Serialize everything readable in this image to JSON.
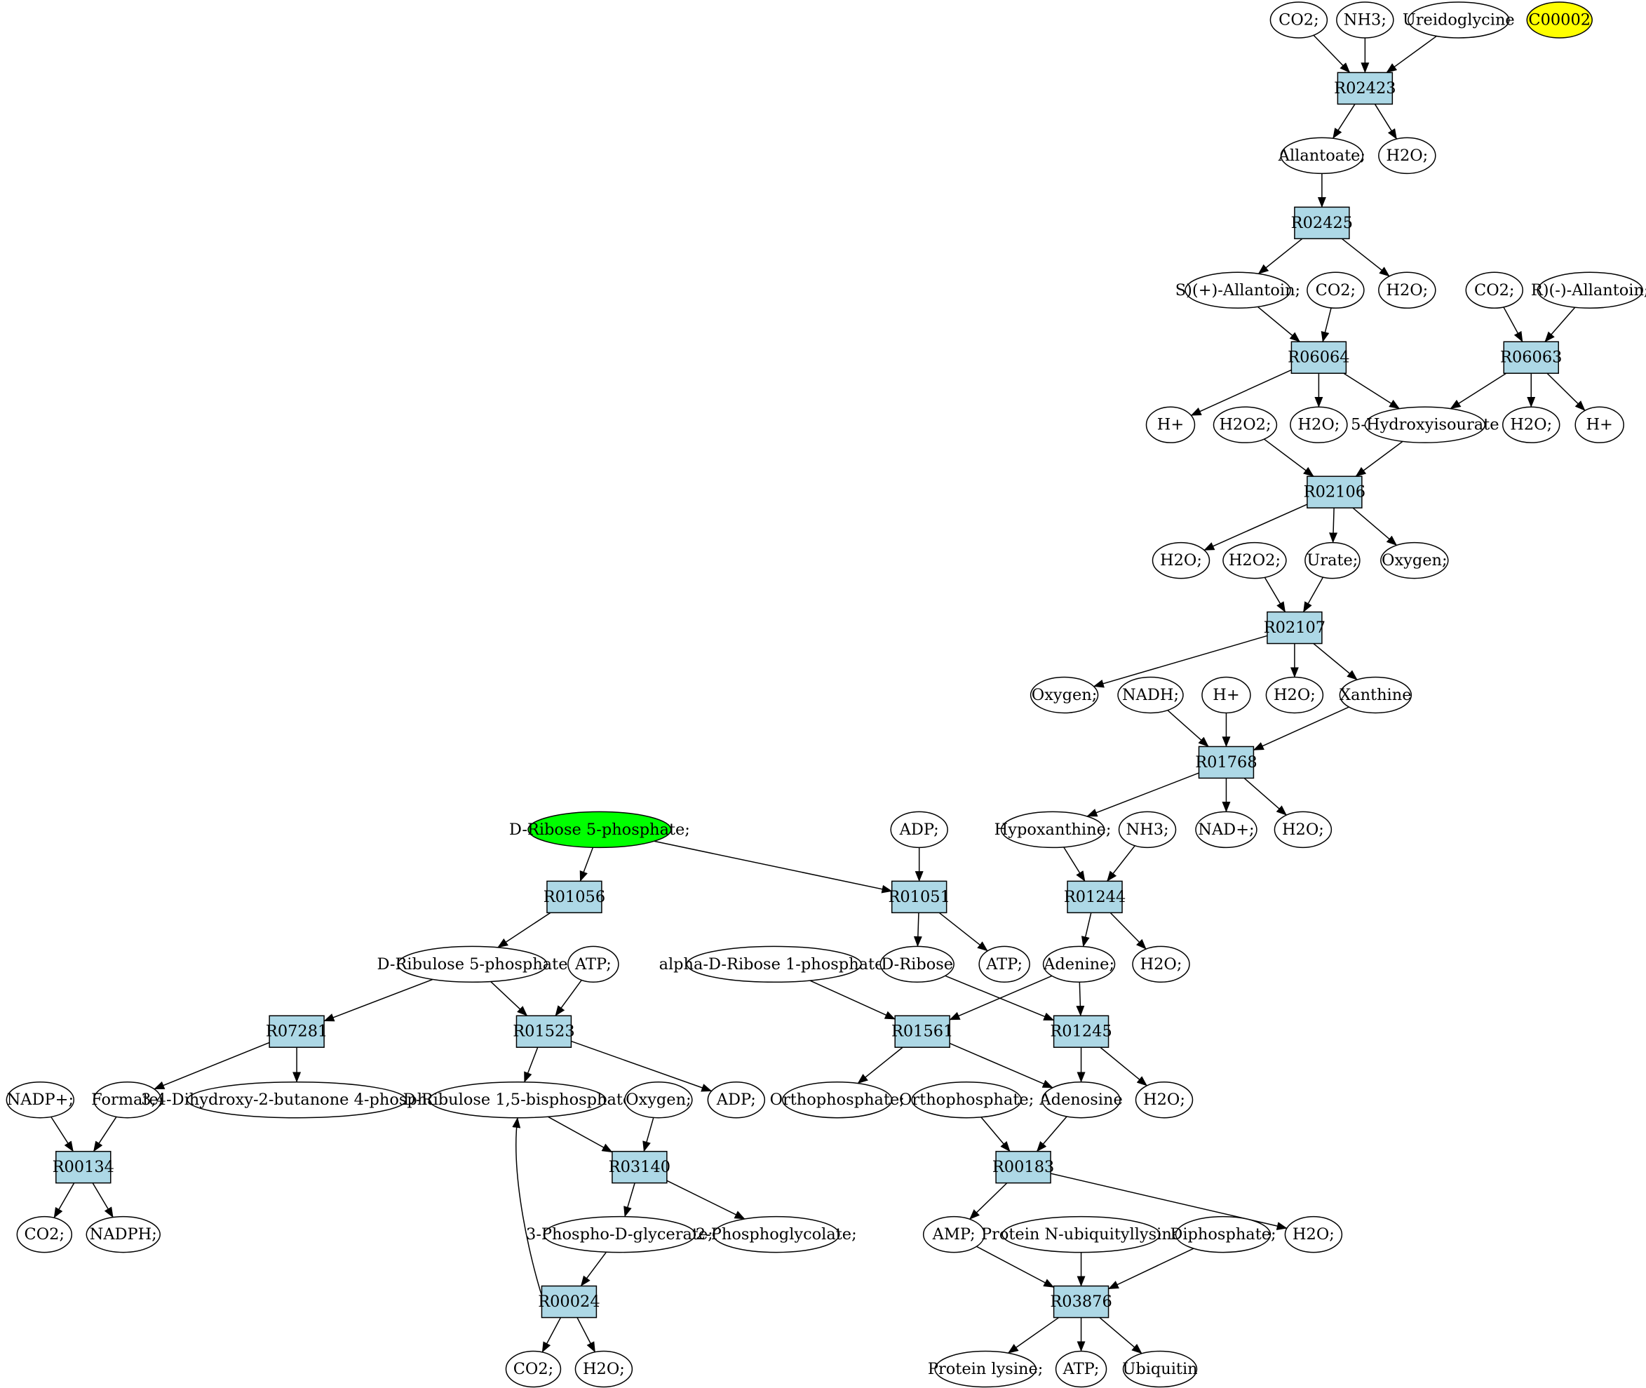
{
  "colors": {
    "reaction_fill": "#add8e6",
    "compound_fill": "#ffffff",
    "source_fill": "#00ff00",
    "highlight_fill": "#ffff00",
    "stroke": "#000000"
  },
  "nodes": {
    "c_co2_a": {
      "label": "CO2;",
      "kind": "compound"
    },
    "c_nh3_a": {
      "label": "NH3;",
      "kind": "compound"
    },
    "c_ureidoglycine": {
      "label": "Ureidoglycine",
      "kind": "compound"
    },
    "c_c00002": {
      "label": "C00002",
      "kind": "highlight"
    },
    "r_R02423": {
      "label": "R02423",
      "kind": "reaction"
    },
    "c_allantoate": {
      "label": "Allantoate;",
      "kind": "compound"
    },
    "c_h2o_a": {
      "label": "H2O;",
      "kind": "compound"
    },
    "r_R02425": {
      "label": "R02425",
      "kind": "reaction"
    },
    "c_s_allantoin": {
      "label": "S)(+)-Allantoin;",
      "kind": "compound"
    },
    "c_co2_b": {
      "label": "CO2;",
      "kind": "compound"
    },
    "c_h2o_b": {
      "label": "H2O;",
      "kind": "compound"
    },
    "c_co2_c": {
      "label": "CO2;",
      "kind": "compound"
    },
    "c_r_allantoin": {
      "label": "R)(-)-Allantoin;",
      "kind": "compound"
    },
    "r_R06064": {
      "label": "R06064",
      "kind": "reaction"
    },
    "r_R06063": {
      "label": "R06063",
      "kind": "reaction"
    },
    "c_hplus_a": {
      "label": "H+",
      "kind": "compound"
    },
    "c_h2o2_a": {
      "label": "H2O2;",
      "kind": "compound"
    },
    "c_h2o_c": {
      "label": "H2O;",
      "kind": "compound"
    },
    "c_hydroxyisourate": {
      "label": "5-Hydroxyisourate",
      "kind": "compound"
    },
    "c_h2o_d": {
      "label": "H2O;",
      "kind": "compound"
    },
    "c_hplus_b": {
      "label": "H+",
      "kind": "compound"
    },
    "r_R02106": {
      "label": "R02106",
      "kind": "reaction"
    },
    "c_h2o_e": {
      "label": "H2O;",
      "kind": "compound"
    },
    "c_h2o2_b": {
      "label": "H2O2;",
      "kind": "compound"
    },
    "c_urate": {
      "label": "Urate;",
      "kind": "compound"
    },
    "c_oxygen_a": {
      "label": "Oxygen;",
      "kind": "compound"
    },
    "r_R02107": {
      "label": "R02107",
      "kind": "reaction"
    },
    "c_oxygen_b": {
      "label": "Oxygen;",
      "kind": "compound"
    },
    "c_nadh": {
      "label": "NADH;",
      "kind": "compound"
    },
    "c_hplus_c": {
      "label": "H+",
      "kind": "compound"
    },
    "c_h2o_f": {
      "label": "H2O;",
      "kind": "compound"
    },
    "c_xanthine": {
      "label": "Xanthine",
      "kind": "compound"
    },
    "r_R01768": {
      "label": "R01768",
      "kind": "reaction"
    },
    "c_ribose5p": {
      "label": "D-Ribose 5-phosphate;",
      "kind": "source"
    },
    "c_adp_a": {
      "label": "ADP;",
      "kind": "compound"
    },
    "c_hypoxanthine": {
      "label": "Hypoxanthine;",
      "kind": "compound"
    },
    "c_nh3_b": {
      "label": "NH3;",
      "kind": "compound"
    },
    "c_nadplus": {
      "label": "NAD+;",
      "kind": "compound"
    },
    "c_h2o_g": {
      "label": "H2O;",
      "kind": "compound"
    },
    "r_R01056": {
      "label": "R01056",
      "kind": "reaction"
    },
    "r_R01051": {
      "label": "R01051",
      "kind": "reaction"
    },
    "r_R01244": {
      "label": "R01244",
      "kind": "reaction"
    },
    "c_ribulose5p": {
      "label": "D-Ribulose 5-phosphate",
      "kind": "compound"
    },
    "c_atp_a": {
      "label": "ATP;",
      "kind": "compound"
    },
    "c_alpha_ribose1p": {
      "label": "alpha-D-Ribose 1-phosphate;",
      "kind": "compound"
    },
    "c_dribose": {
      "label": "D-Ribose",
      "kind": "compound"
    },
    "c_atp_b": {
      "label": "ATP;",
      "kind": "compound"
    },
    "c_adenine": {
      "label": "Adenine;",
      "kind": "compound"
    },
    "c_h2o_h": {
      "label": "H2O;",
      "kind": "compound"
    },
    "r_R07281": {
      "label": "R07281",
      "kind": "reaction"
    },
    "r_R01523": {
      "label": "R01523",
      "kind": "reaction"
    },
    "r_R01561": {
      "label": "R01561",
      "kind": "reaction"
    },
    "r_R01245": {
      "label": "R01245",
      "kind": "reaction"
    },
    "c_nadpplus": {
      "label": "NADP+;",
      "kind": "compound"
    },
    "c_formate": {
      "label": "Formate;",
      "kind": "compound"
    },
    "c_dihydroxybutanone": {
      "label": "3,4-Dihydroxy-2-butanone 4-phosphate",
      "kind": "compound"
    },
    "c_ribulose15bp": {
      "label": "D-Ribulose 1,5-bisphosphate",
      "kind": "compound"
    },
    "c_oxygen_c": {
      "label": "Oxygen;",
      "kind": "compound"
    },
    "c_adp_b": {
      "label": "ADP;",
      "kind": "compound"
    },
    "c_orthophosphate_a": {
      "label": "Orthophosphate;",
      "kind": "compound"
    },
    "c_orthophosphate_b": {
      "label": "Orthophosphate;",
      "kind": "compound"
    },
    "c_adenosine": {
      "label": "Adenosine",
      "kind": "compound"
    },
    "c_h2o_i": {
      "label": "H2O;",
      "kind": "compound"
    },
    "r_R00134": {
      "label": "R00134",
      "kind": "reaction"
    },
    "r_R03140": {
      "label": "R03140",
      "kind": "reaction"
    },
    "r_R00183": {
      "label": "R00183",
      "kind": "reaction"
    },
    "c_co2_d": {
      "label": "CO2;",
      "kind": "compound"
    },
    "c_nadph": {
      "label": "NADPH;",
      "kind": "compound"
    },
    "c_3pg": {
      "label": "3-Phospho-D-glycerate;",
      "kind": "compound"
    },
    "c_2pglycolate": {
      "label": "2-Phosphoglycolate;",
      "kind": "compound"
    },
    "c_amp": {
      "label": "AMP;",
      "kind": "compound"
    },
    "c_protein_ubiq": {
      "label": "Protein N-ubiquityllysine",
      "kind": "compound"
    },
    "c_diphosphate": {
      "label": "Diphosphate;",
      "kind": "compound"
    },
    "c_h2o_j": {
      "label": "H2O;",
      "kind": "compound"
    },
    "r_R00024": {
      "label": "R00024",
      "kind": "reaction"
    },
    "r_R03876": {
      "label": "R03876",
      "kind": "reaction"
    },
    "c_co2_e": {
      "label": "CO2;",
      "kind": "compound"
    },
    "c_h2o_k": {
      "label": "H2O;",
      "kind": "compound"
    },
    "c_protein_lysine": {
      "label": "Protein lysine;",
      "kind": "compound"
    },
    "c_atp_c": {
      "label": "ATP;",
      "kind": "compound"
    },
    "c_ubiquitin": {
      "label": "Ubiquitin",
      "kind": "compound"
    }
  },
  "edges": [
    [
      "c_co2_a",
      "r_R02423"
    ],
    [
      "c_nh3_a",
      "r_R02423"
    ],
    [
      "c_ureidoglycine",
      "r_R02423"
    ],
    [
      "r_R02423",
      "c_allantoate"
    ],
    [
      "r_R02423",
      "c_h2o_a"
    ],
    [
      "c_allantoate",
      "r_R02425"
    ],
    [
      "r_R02425",
      "c_s_allantoin"
    ],
    [
      "r_R02425",
      "c_h2o_b"
    ],
    [
      "c_s_allantoin",
      "r_R06064"
    ],
    [
      "c_co2_b",
      "r_R06064"
    ],
    [
      "c_co2_c",
      "r_R06063"
    ],
    [
      "c_r_allantoin",
      "r_R06063"
    ],
    [
      "r_R06064",
      "c_hplus_a"
    ],
    [
      "r_R06064",
      "c_h2o_c"
    ],
    [
      "r_R06064",
      "c_hydroxyisourate"
    ],
    [
      "r_R06063",
      "c_hydroxyisourate"
    ],
    [
      "r_R06063",
      "c_h2o_d"
    ],
    [
      "r_R06063",
      "c_hplus_b"
    ],
    [
      "c_h2o2_a",
      "r_R02106"
    ],
    [
      "c_hydroxyisourate",
      "r_R02106"
    ],
    [
      "r_R02106",
      "c_h2o_e"
    ],
    [
      "r_R02106",
      "c_urate"
    ],
    [
      "r_R02106",
      "c_oxygen_a"
    ],
    [
      "c_h2o2_b",
      "r_R02107"
    ],
    [
      "c_urate",
      "r_R02107"
    ],
    [
      "r_R02107",
      "c_oxygen_b"
    ],
    [
      "r_R02107",
      "c_h2o_f"
    ],
    [
      "r_R02107",
      "c_xanthine"
    ],
    [
      "c_nadh",
      "r_R01768"
    ],
    [
      "c_hplus_c",
      "r_R01768"
    ],
    [
      "c_xanthine",
      "r_R01768"
    ],
    [
      "r_R01768",
      "c_hypoxanthine"
    ],
    [
      "r_R01768",
      "c_nadplus"
    ],
    [
      "r_R01768",
      "c_h2o_g"
    ],
    [
      "c_hypoxanthine",
      "r_R01244"
    ],
    [
      "c_nh3_b",
      "r_R01244"
    ],
    [
      "r_R01244",
      "c_adenine"
    ],
    [
      "r_R01244",
      "c_h2o_h"
    ],
    [
      "c_ribose5p",
      "r_R01056"
    ],
    [
      "c_ribose5p",
      "r_R01051"
    ],
    [
      "c_adp_a",
      "r_R01051"
    ],
    [
      "r_R01051",
      "c_dribose"
    ],
    [
      "r_R01051",
      "c_atp_b"
    ],
    [
      "r_R01056",
      "c_ribulose5p"
    ],
    [
      "c_ribulose5p",
      "r_R07281"
    ],
    [
      "c_ribulose5p",
      "r_R01523"
    ],
    [
      "c_atp_a",
      "r_R01523"
    ],
    [
      "c_alpha_ribose1p",
      "r_R01561"
    ],
    [
      "c_adenine",
      "r_R01561"
    ],
    [
      "c_dribose",
      "r_R01245"
    ],
    [
      "c_adenine",
      "r_R01245"
    ],
    [
      "r_R07281",
      "c_formate"
    ],
    [
      "r_R07281",
      "c_dihydroxybutanone"
    ],
    [
      "r_R01523",
      "c_ribulose15bp"
    ],
    [
      "r_R01523",
      "c_adp_b"
    ],
    [
      "r_R01561",
      "c_orthophosphate_a"
    ],
    [
      "r_R01561",
      "c_adenosine"
    ],
    [
      "r_R01245",
      "c_adenosine"
    ],
    [
      "r_R01245",
      "c_h2o_i"
    ],
    [
      "c_nadpplus",
      "r_R00134"
    ],
    [
      "c_formate",
      "r_R00134"
    ],
    [
      "c_ribulose15bp",
      "r_R03140"
    ],
    [
      "c_oxygen_c",
      "r_R03140"
    ],
    [
      "c_orthophosphate_b",
      "r_R00183"
    ],
    [
      "c_adenosine",
      "r_R00183"
    ],
    [
      "r_R00134",
      "c_co2_d"
    ],
    [
      "r_R00134",
      "c_nadph"
    ],
    [
      "r_R03140",
      "c_3pg"
    ],
    [
      "r_R03140",
      "c_2pglycolate"
    ],
    [
      "r_R00183",
      "c_amp"
    ],
    [
      "r_R00183",
      "c_h2o_j"
    ],
    [
      "c_3pg",
      "r_R00024"
    ],
    [
      "r_R00024",
      "c_ribulose15bp"
    ],
    [
      "r_R00024",
      "c_co2_e"
    ],
    [
      "r_R00024",
      "c_h2o_k"
    ],
    [
      "c_amp",
      "r_R03876"
    ],
    [
      "c_protein_ubiq",
      "r_R03876"
    ],
    [
      "c_diphosphate",
      "r_R03876"
    ],
    [
      "r_R03876",
      "c_protein_lysine"
    ],
    [
      "r_R03876",
      "c_atp_c"
    ],
    [
      "r_R03876",
      "c_ubiquitin"
    ]
  ]
}
